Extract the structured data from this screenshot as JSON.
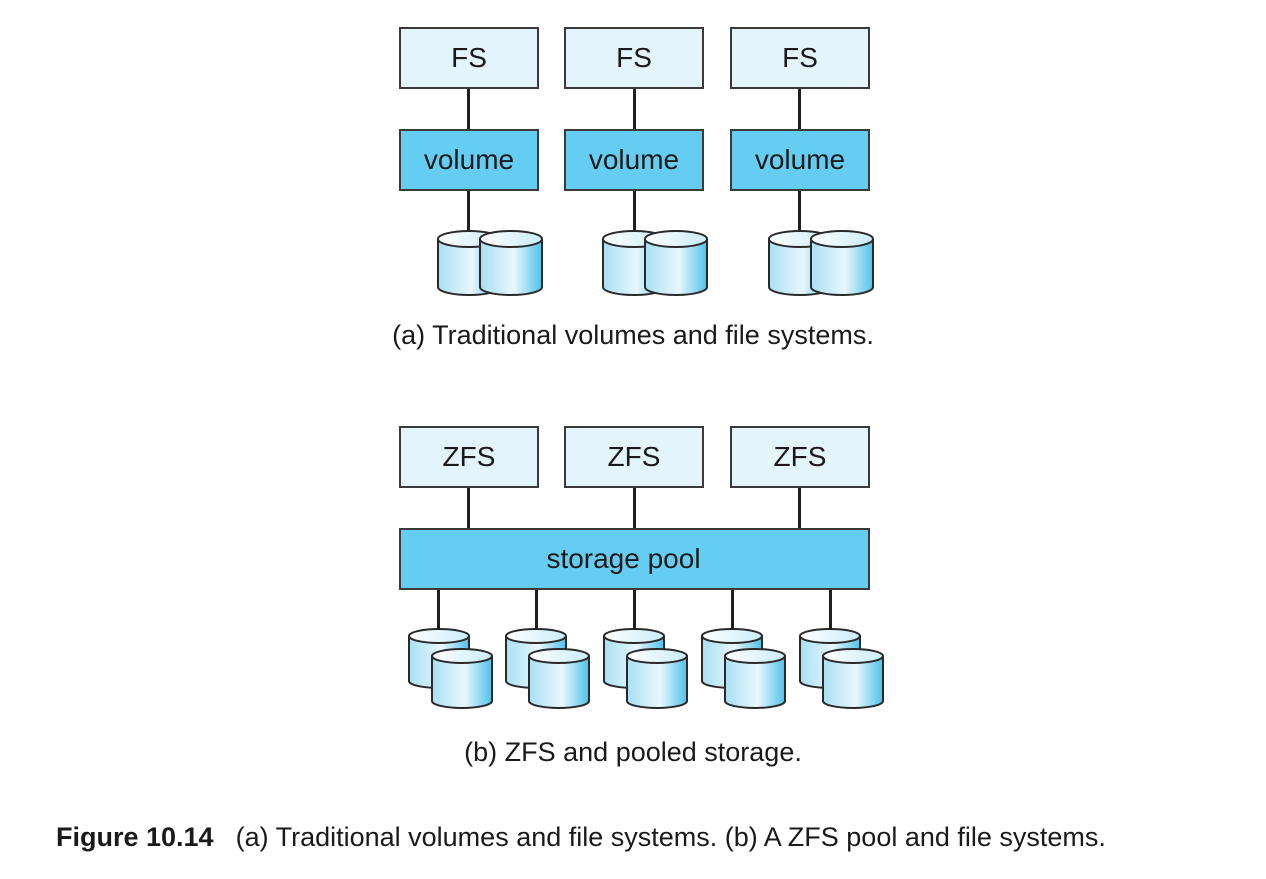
{
  "part_a": {
    "fs_labels": [
      "FS",
      "FS",
      "FS"
    ],
    "volume_labels": [
      "volume",
      "volume",
      "volume"
    ],
    "caption": "(a) Traditional volumes and file systems."
  },
  "part_b": {
    "zfs_labels": [
      "ZFS",
      "ZFS",
      "ZFS"
    ],
    "pool_label": "storage pool",
    "caption": "(b) ZFS and pooled storage."
  },
  "figure": {
    "number": "Figure 10.14",
    "text": "(a) Traditional volumes and file systems. (b) A ZFS pool and file systems."
  },
  "colors": {
    "light_box": "#e3f4fc",
    "dark_box": "#66cdf2",
    "stroke": "#3a3a3a"
  }
}
